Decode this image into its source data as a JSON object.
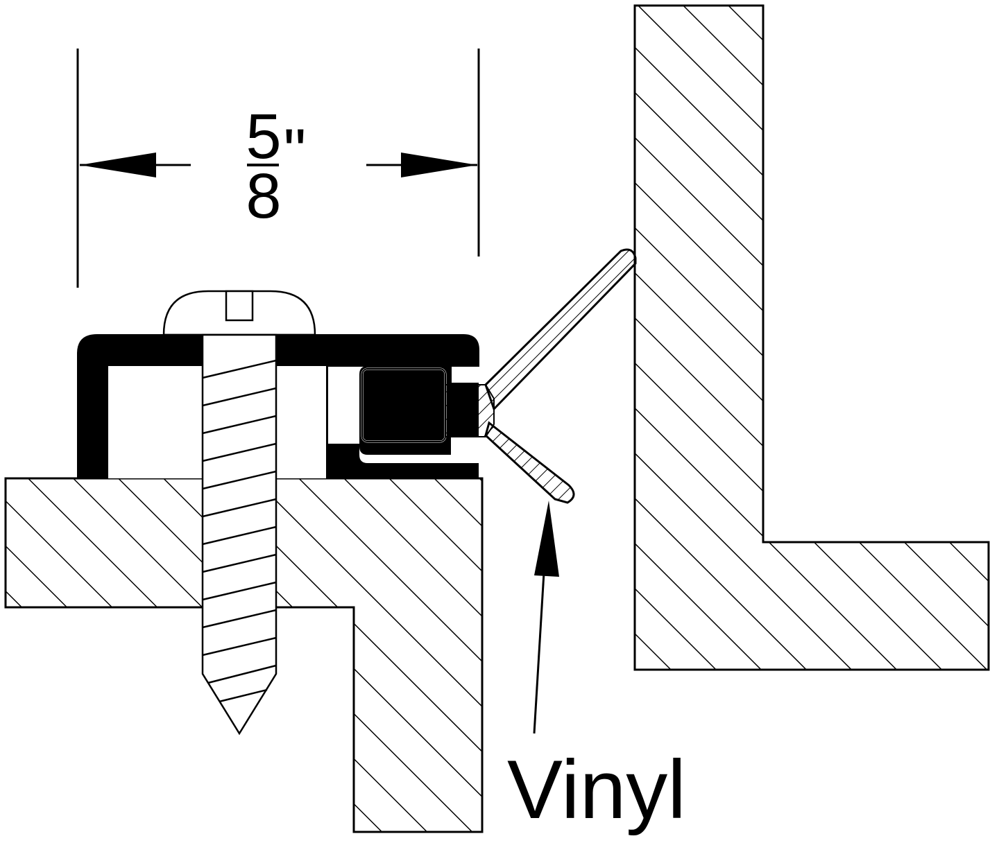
{
  "dimension": {
    "numerator": "5",
    "denominator": "8",
    "unit_mark": "\""
  },
  "callout": {
    "label": "Vinyl"
  },
  "colors": {
    "ink": "#000000",
    "paper": "#ffffff"
  }
}
